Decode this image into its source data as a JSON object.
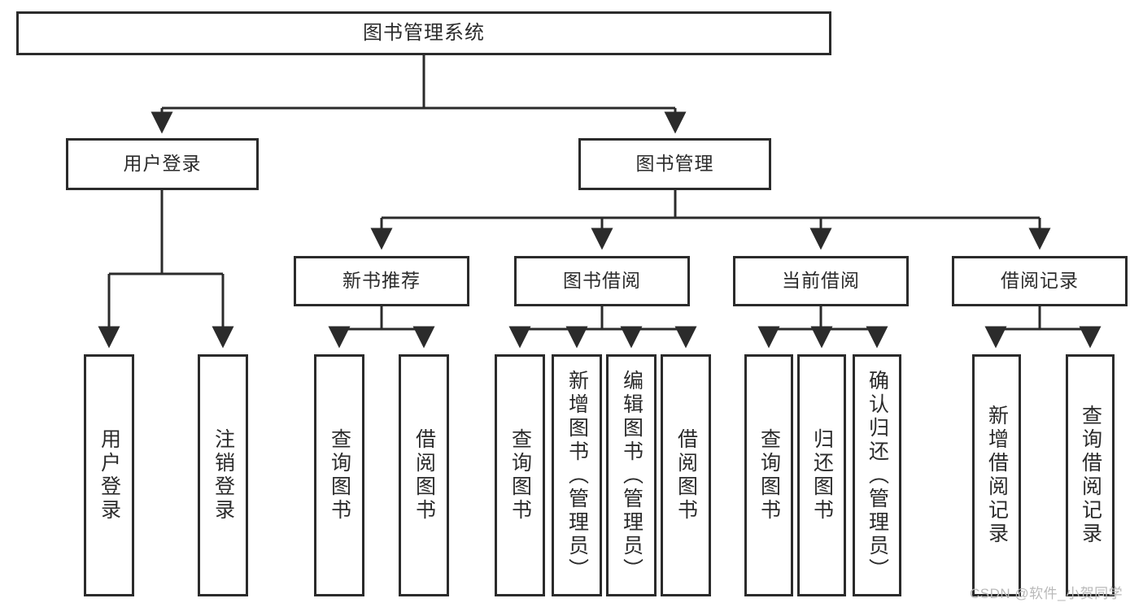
{
  "diagram": {
    "type": "tree",
    "title": "图书管理系统",
    "watermark": "CSDN @软件_小贺同学",
    "colors": {
      "stroke": "#2b2b2b",
      "fill": "#ffffff",
      "watermark": "#b9b9b9"
    },
    "nodes": {
      "root": {
        "label": "图书管理系统"
      },
      "level1": [
        {
          "id": "user-login",
          "label": "用户登录"
        },
        {
          "id": "book-manage",
          "label": "图书管理"
        }
      ],
      "level2": [
        {
          "id": "new-book-recommend",
          "label": "新书推荐"
        },
        {
          "id": "book-borrow",
          "label": "图书借阅"
        },
        {
          "id": "current-borrow",
          "label": "当前借阅"
        },
        {
          "id": "borrow-record",
          "label": "借阅记录"
        }
      ],
      "leaves": [
        {
          "id": "leaf-user-login",
          "label": "用户登录",
          "parent": "user-login"
        },
        {
          "id": "leaf-logout-login",
          "label": "注销登录",
          "parent": "user-login"
        },
        {
          "id": "leaf-query-book-1",
          "label": "查询图书",
          "parent": "new-book-recommend"
        },
        {
          "id": "leaf-borrow-book-1",
          "label": "借阅图书",
          "parent": "new-book-recommend"
        },
        {
          "id": "leaf-query-book-2",
          "label": "查询图书",
          "parent": "book-borrow"
        },
        {
          "id": "leaf-add-book",
          "label": "新增图书（管理员）",
          "parent": "book-borrow"
        },
        {
          "id": "leaf-edit-book",
          "label": "编辑图书（管理员）",
          "parent": "book-borrow"
        },
        {
          "id": "leaf-borrow-book-2",
          "label": "借阅图书",
          "parent": "book-borrow"
        },
        {
          "id": "leaf-query-book-3",
          "label": "查询图书",
          "parent": "current-borrow"
        },
        {
          "id": "leaf-return-book",
          "label": "归还图书",
          "parent": "current-borrow"
        },
        {
          "id": "leaf-confirm-return",
          "label": "确认归还（管理员）",
          "parent": "current-borrow"
        },
        {
          "id": "leaf-add-record",
          "label": "新增借阅记录",
          "parent": "borrow-record"
        },
        {
          "id": "leaf-query-record",
          "label": "查询借阅记录",
          "parent": "borrow-record"
        }
      ]
    }
  }
}
